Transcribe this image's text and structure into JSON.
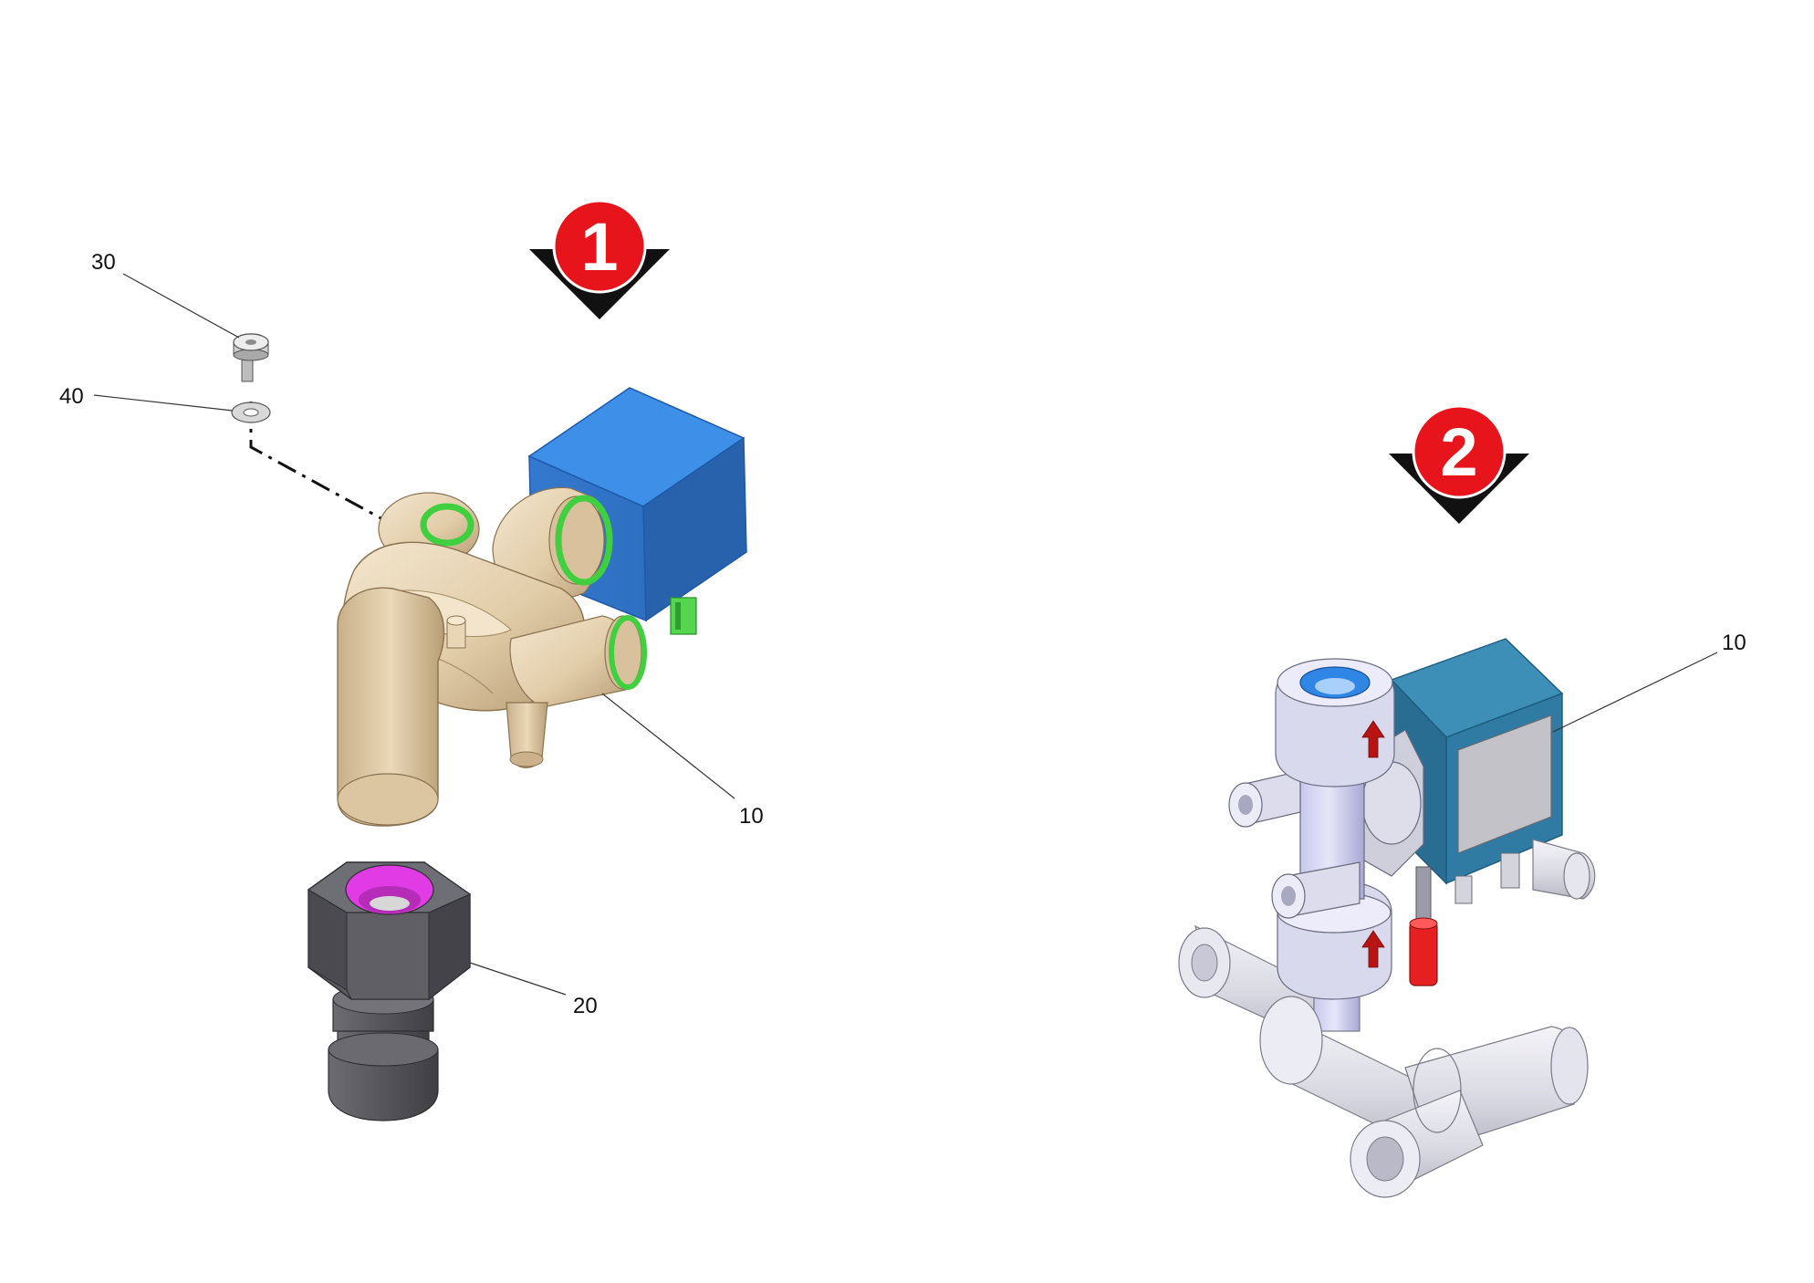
{
  "steps": [
    {
      "number": "1",
      "color": "#e8141c"
    },
    {
      "number": "2",
      "color": "#e8141c"
    }
  ],
  "callouts": {
    "view1_valve": "10",
    "view1_fitting": "20",
    "view1_screw": "30",
    "view1_washer": "40",
    "view2_valve": "10"
  },
  "colors": {
    "valve_body": "#e5d2b2",
    "coil_view1": "#3d8fe8",
    "coil_view2": "#3d8fb8",
    "seal_ring": "#3fcf3f",
    "fitting_nut": "#5a5a60",
    "fitting_insert": "#e13be6",
    "push_fittings": "#d9d9ee",
    "blue_collet": "#2f86e4",
    "red_sleeve": "#e62020"
  }
}
